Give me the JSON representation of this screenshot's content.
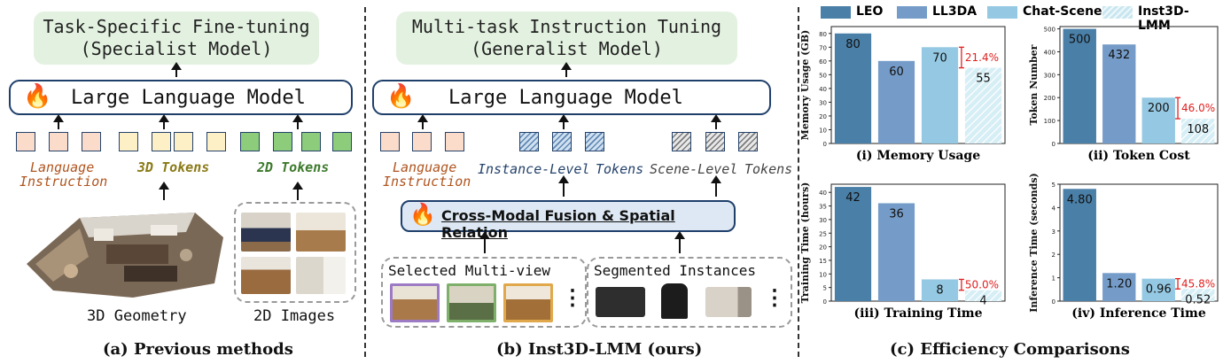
{
  "panel_a": {
    "title_line1": "Task-Specific Fine-tuning",
    "title_line2": "(Specialist Model)",
    "llm_label": "Large Language Model",
    "lang_label_1": "Language",
    "lang_label_2": "Instruction",
    "tokens3d_label": "3D Tokens",
    "tokens2d_label": "2D Tokens",
    "geom_label": "3D Geometry",
    "images_label": "2D Images",
    "caption": "(a) Previous methods"
  },
  "panel_b": {
    "title_line1": "Multi-task Instruction Tuning",
    "title_line2": "(Generalist Model)",
    "llm_label": "Large Language Model",
    "lang_label_1": "Language",
    "lang_label_2": "Instruction",
    "instance_label_a": "Instance-Level",
    "instance_label_b": "Tokens",
    "scene_label_a": "Scene-Level",
    "scene_label_b": "Tokens",
    "fusion_label": "Cross-Modal Fusion & Spatial Relation",
    "multiview_label": "Selected Multi-view",
    "instances_label": "Segmented Instances",
    "caption": "(b) Inst3D-LMM (ours)"
  },
  "panel_c": {
    "caption": "(c)  Efficiency Comparisons",
    "legend": [
      "LEO",
      "LL3DA",
      "Chat-Scene",
      "Inst3D-LMM"
    ],
    "colors": [
      "#4a7fa7",
      "#759cc8",
      "#95c9e3",
      "#bfe3ee"
    ]
  },
  "chart_data": [
    {
      "type": "bar",
      "title": "(i) Memory Usage",
      "ylabel": "Memory Usage (GB)",
      "categories": [
        "LEO",
        "LL3DA",
        "Chat-Scene",
        "Inst3D-LMM"
      ],
      "values": [
        80,
        60,
        70,
        55
      ],
      "value_labels": [
        "80",
        "60",
        "70",
        "55"
      ],
      "ylim": [
        0,
        85
      ],
      "yticks": [
        0,
        10,
        20,
        30,
        40,
        50,
        60,
        70,
        80
      ],
      "reduction": "21.4%"
    },
    {
      "type": "bar",
      "title": "(ii) Token Cost",
      "ylabel": "Token Number",
      "categories": [
        "LEO",
        "LL3DA",
        "Chat-Scene",
        "Inst3D-LMM"
      ],
      "values": [
        500,
        432,
        200,
        108
      ],
      "value_labels": [
        "500",
        "432",
        "200",
        "108"
      ],
      "ylim": [
        0,
        510
      ],
      "yticks": [
        0,
        100,
        200,
        300,
        400,
        500
      ],
      "reduction": "46.0%"
    },
    {
      "type": "bar",
      "title": "(iii) Training Time",
      "ylabel": "Training Time (hours)",
      "categories": [
        "LEO",
        "LL3DA",
        "Chat-Scene",
        "Inst3D-LMM"
      ],
      "values": [
        42,
        36,
        8,
        4
      ],
      "value_labels": [
        "42",
        "36",
        "8",
        "4"
      ],
      "ylim": [
        0,
        43
      ],
      "yticks": [
        0,
        5,
        10,
        15,
        20,
        25,
        30,
        35,
        40
      ],
      "reduction": "50.0%"
    },
    {
      "type": "bar",
      "title": "(iv) Inference Time",
      "ylabel": "Inference Time (seconds)",
      "categories": [
        "LEO",
        "LL3DA",
        "Chat-Scene",
        "Inst3D-LMM"
      ],
      "values": [
        4.8,
        1.2,
        0.96,
        0.52
      ],
      "value_labels": [
        "4.80",
        "1.20",
        "0.96",
        "0.52"
      ],
      "ylim": [
        0,
        5
      ],
      "yticks": [
        0,
        1,
        2,
        3,
        4,
        5
      ],
      "reduction": "45.8%"
    }
  ]
}
